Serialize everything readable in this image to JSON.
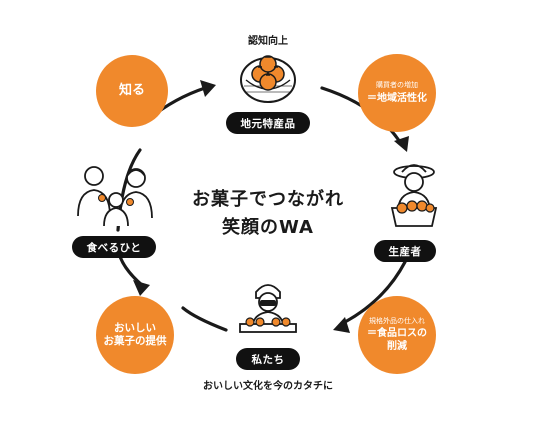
{
  "colors": {
    "orange": "#F0892C",
    "black": "#111111",
    "line": "#1a1a1a"
  },
  "center": {
    "line1": "お菓子でつながれ",
    "line2": "笑顔のWA"
  },
  "top": {
    "caption": "認知向上",
    "pill": "地元特産品",
    "icon": "persimmon-basket-icon"
  },
  "right": {
    "circle_small": "購買者の増加",
    "circle_large": "＝地域活性化",
    "pill": "生産者",
    "icon": "farmer-with-basket-icon"
  },
  "bottom_right": {
    "circle_small": "規格外品の仕入れ",
    "circle_large_1": "＝食品ロスの",
    "circle_large_2": "削減"
  },
  "bottom": {
    "pill": "私たち",
    "caption": "おいしい文化を今のカタチに",
    "icon": "confectioner-worker-icon"
  },
  "bottom_left": {
    "line1": "おいしい",
    "line2": "お菓子の提供"
  },
  "left": {
    "pill": "食べるひと",
    "icon": "family-eating-icon"
  },
  "top_left": {
    "label": "知る"
  }
}
